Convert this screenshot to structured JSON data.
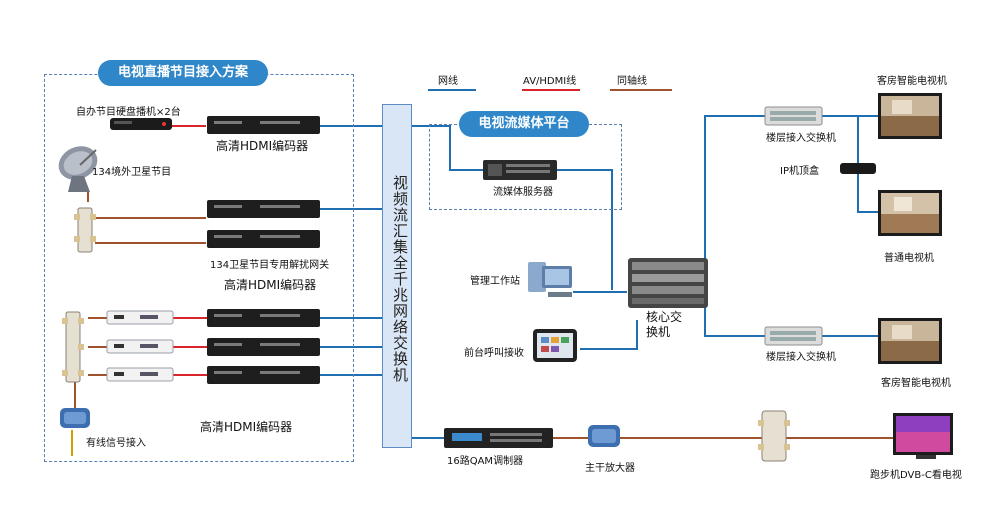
{
  "titles": {
    "live_scheme": "电视直播节目接入方案",
    "streaming_platform": "电视流媒体平台"
  },
  "legend": {
    "network": {
      "label": "网线",
      "color": "#1f6fb2"
    },
    "av_hdmi": {
      "label": "AV/HDMI线",
      "color": "#d9242a"
    },
    "coax": {
      "label": "同轴线",
      "color": "#a0522d"
    }
  },
  "labels": {
    "hdd_player": "自办节目硬盘播机×2台",
    "encoder_1": "高清HDMI编码器",
    "sat_overseas": "134境外卫星节目",
    "sat_gateway": "134卫星节目专用解扰网关",
    "encoder_2": "高清HDMI编码器",
    "encoder_3": "高清HDMI编码器",
    "cable_input": "有线信号接入",
    "bus": "视频流汇集全千兆网络交换机",
    "streaming_server": "流媒体服务器",
    "mgmt_station": "管理工作站",
    "front_desk": "前台呼叫接收",
    "core_switch": "核心交换机",
    "qam": "16路QAM调制器",
    "trunk_amp": "主干放大器",
    "floor_switch_1": "楼层接入交换机",
    "floor_switch_2": "楼层接入交换机",
    "ip_stb": "IP机顶盒",
    "smart_tv_1": "客房智能电视机",
    "normal_tv": "普通电视机",
    "smart_tv_2": "客房智能电视机",
    "dvbc_tv": "跑步机DVB-C看电视"
  }
}
